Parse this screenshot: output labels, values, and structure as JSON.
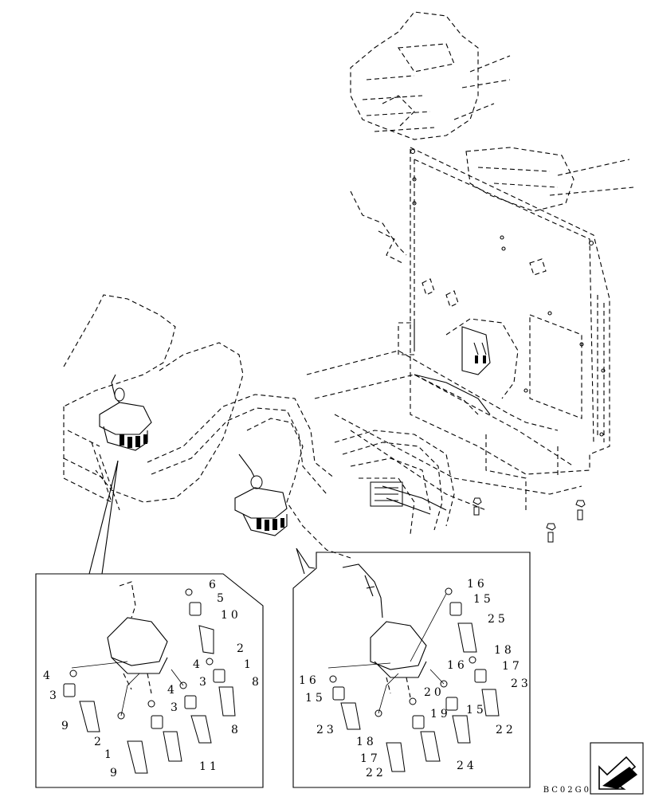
{
  "drawing_code": "BC02G0",
  "left_callouts": [
    "6",
    "5",
    "10",
    "2",
    "1",
    "8",
    "4",
    "3",
    "9",
    "4",
    "3",
    "2",
    "1",
    "9",
    "8",
    "11",
    "4",
    "3"
  ],
  "right_callouts": [
    "16",
    "15",
    "25",
    "18",
    "16",
    "17",
    "23",
    "16",
    "15",
    "20",
    "19",
    "15",
    "23",
    "22",
    "18",
    "17",
    "22",
    "24"
  ],
  "nav_icon": "arrow-icon"
}
